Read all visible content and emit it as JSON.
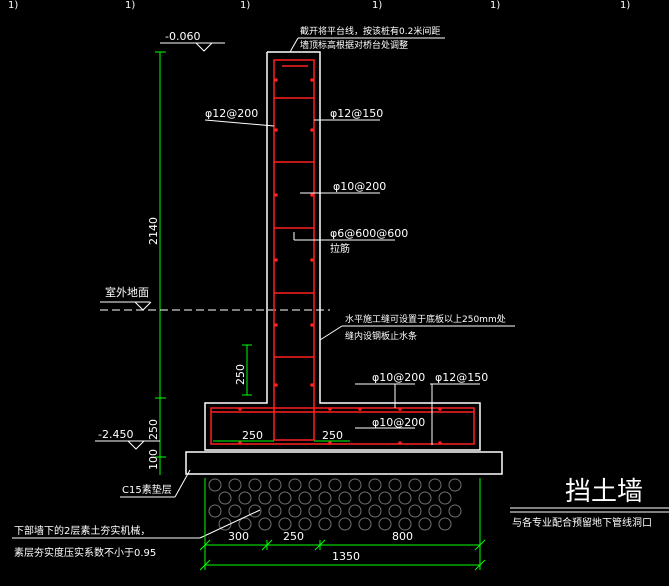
{
  "colors": {
    "background": "#000000",
    "outline": "#ffffff",
    "rebar": "#ff2020",
    "dimension": "#00ff00",
    "annotation": "#ffffff",
    "gravel": "#606060"
  },
  "top_axis_labels": [
    "1)",
    "1)",
    "1)",
    "1)",
    "1)",
    "1)"
  ],
  "elevations": {
    "top": "-0.060",
    "bottom": "-2.450",
    "ground_label": "室外地面"
  },
  "notes": {
    "top_1": "截开将平台线，按该桩有0.2米间距",
    "top_2": "墙顶标高根据对桥台处调整",
    "waterstop_1": "水平施工缝可设置于底板以上250mm处",
    "waterstop_2": "缝内设钢板止水条",
    "cushion": "C15素垫层",
    "backfill_1": "下部墙下的2层素土夯实机械，",
    "backfill_2": "素层夯实度压实系数不小于0.95",
    "pipe": "与各专业配合预留地下管线洞口"
  },
  "rebar_labels": {
    "wall_left": "φ12@200",
    "wall_right": "φ12@150",
    "wall_mid": "φ10@200",
    "tie": "φ6@600@600",
    "tie_label": "拉筋",
    "base_top_left": "φ10@200",
    "base_top_right": "φ12@150",
    "base_bottom": "φ10@200"
  },
  "dimensions": {
    "wall_height": "2140",
    "cut_250": "250",
    "base_250_left": "250",
    "base_250_a": "250",
    "base_250_b": "250",
    "cushion_100": "100",
    "bottom_300": "300",
    "bottom_250": "250",
    "bottom_800": "800",
    "bottom_total": "1350"
  },
  "title": "挡土墙"
}
